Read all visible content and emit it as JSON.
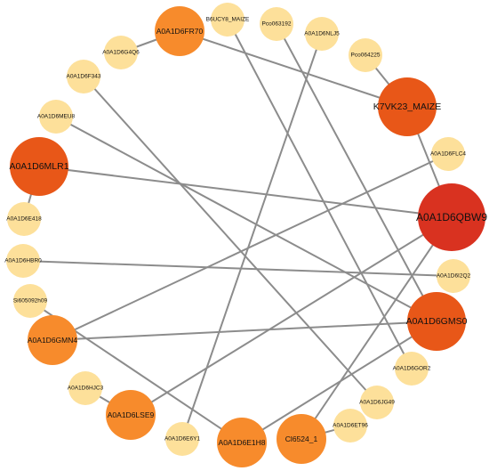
{
  "colors": {
    "edge": "#8c8c8c",
    "degree1": "#fde09a",
    "degree2": "#f78b2c",
    "degree3": "#e85718",
    "degree4": "#d93220"
  },
  "nodes": [
    {
      "id": "n01",
      "label": "A0A1D6FR70",
      "degree": 2
    },
    {
      "id": "n02",
      "label": "B6UCY8_MAIZE",
      "degree": 1
    },
    {
      "id": "n03",
      "label": "Pco063192",
      "degree": 1
    },
    {
      "id": "n04",
      "label": "A0A1D6NLJ5",
      "degree": 1
    },
    {
      "id": "n05",
      "label": "Pco064225",
      "degree": 1
    },
    {
      "id": "n06",
      "label": "A0A1D6G4Q6",
      "degree": 1
    },
    {
      "id": "n07",
      "label": "A0A1D6F343",
      "degree": 1
    },
    {
      "id": "n08",
      "label": "K7VK23_MAIZE",
      "degree": 3
    },
    {
      "id": "n09",
      "label": "A0A1D6MEU8",
      "degree": 1
    },
    {
      "id": "n10",
      "label": "A0A1D6FLC4",
      "degree": 1
    },
    {
      "id": "n11",
      "label": "A0A1D6MLR1",
      "degree": 3
    },
    {
      "id": "n12",
      "label": "A0A1D6QBW9",
      "degree": 4
    },
    {
      "id": "n13",
      "label": "A0A1D6E418",
      "degree": 1
    },
    {
      "id": "n14",
      "label": "A0A1D6HBR0",
      "degree": 1
    },
    {
      "id": "n15",
      "label": "A0A1D6I2Q2",
      "degree": 1
    },
    {
      "id": "n16",
      "label": "Si605092h09",
      "degree": 1
    },
    {
      "id": "n17",
      "label": "A0A1D6GMS0",
      "degree": 3
    },
    {
      "id": "n18",
      "label": "A0A1D6GMN4",
      "degree": 2
    },
    {
      "id": "n19",
      "label": "A0A1D6GOR2",
      "degree": 1
    },
    {
      "id": "n20",
      "label": "A0A1D6HJC3",
      "degree": 1
    },
    {
      "id": "n21",
      "label": "A0A1D6JG49",
      "degree": 1
    },
    {
      "id": "n22",
      "label": "A0A1D6LSE9",
      "degree": 2
    },
    {
      "id": "n23",
      "label": "A0A1D6ET96",
      "degree": 1
    },
    {
      "id": "n24",
      "label": "A0A1D6E6Y1",
      "degree": 1
    },
    {
      "id": "n25",
      "label": "A0A1D6E1H8",
      "degree": 2
    },
    {
      "id": "n26",
      "label": "Cl6524_1",
      "degree": 2
    }
  ],
  "edges": [
    [
      "n01",
      "n08"
    ],
    [
      "n01",
      "n06"
    ],
    [
      "n05",
      "n08"
    ],
    [
      "n08",
      "n12"
    ],
    [
      "n11",
      "n12"
    ],
    [
      "n11",
      "n13"
    ],
    [
      "n12",
      "n22"
    ],
    [
      "n12",
      "n26"
    ],
    [
      "n09",
      "n17"
    ],
    [
      "n07",
      "n21"
    ],
    [
      "n02",
      "n19"
    ],
    [
      "n03",
      "n17"
    ],
    [
      "n04",
      "n24"
    ],
    [
      "n10",
      "n18"
    ],
    [
      "n14",
      "n15"
    ],
    [
      "n18",
      "n17"
    ],
    [
      "n22",
      "n20"
    ],
    [
      "n23",
      "n26"
    ],
    [
      "n25",
      "n16"
    ],
    [
      "n25",
      "n17"
    ]
  ]
}
